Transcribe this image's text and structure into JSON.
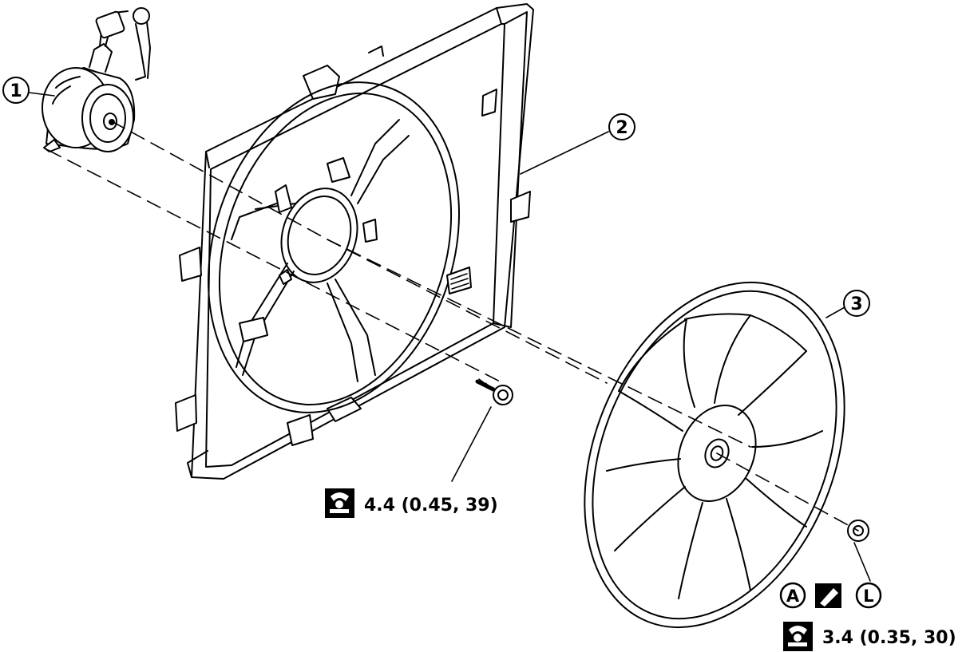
{
  "callouts": {
    "motor": "1",
    "shroud": "2",
    "fan_blade": "3"
  },
  "torque_specs": {
    "shroud_bolt": {
      "icon": "torque-wrench-icon",
      "text": "4.4 (0.45, 39)"
    },
    "fan_nut": {
      "icon": "torque-wrench-icon",
      "text": "3.4 (0.35, 30)"
    }
  },
  "fan_nut_symbols": {
    "a_label": "A",
    "l_label": "L",
    "sealant_icon": "sealant-square-icon"
  },
  "colors": {
    "ink": "#000000",
    "paper": "#ffffff"
  }
}
